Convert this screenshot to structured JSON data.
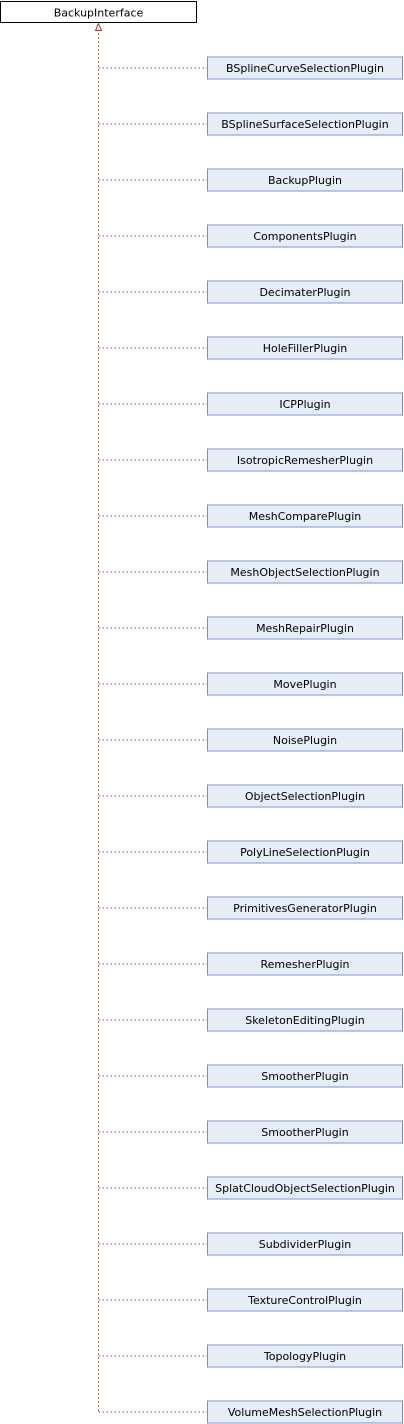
{
  "root": {
    "label": "BackupInterface"
  },
  "children": [
    "BSplineCurveSelectionPlugin",
    "BSplineSurfaceSelectionPlugin",
    "BackupPlugin",
    "ComponentsPlugin",
    "DecimaterPlugin",
    "HoleFillerPlugin",
    "ICPPlugin",
    "IsotropicRemesherPlugin",
    "MeshComparePlugin",
    "MeshObjectSelectionPlugin",
    "MeshRepairPlugin",
    "MovePlugin",
    "NoisePlugin",
    "ObjectSelectionPlugin",
    "PolyLineSelectionPlugin",
    "PrimitivesGeneratorPlugin",
    "RemesherPlugin",
    "SkeletonEditingPlugin",
    "SmootherPlugin",
    "SmootherPlugin",
    "SplatCloudObjectSelectionPlugin",
    "SubdividerPlugin",
    "TextureControlPlugin",
    "TopologyPlugin",
    "VolumeMeshSelectionPlugin"
  ],
  "colors": {
    "connector": "#a0463c",
    "child_fill": "#e6edf7",
    "child_border": "#7a93c4",
    "root_border": "#000000"
  }
}
